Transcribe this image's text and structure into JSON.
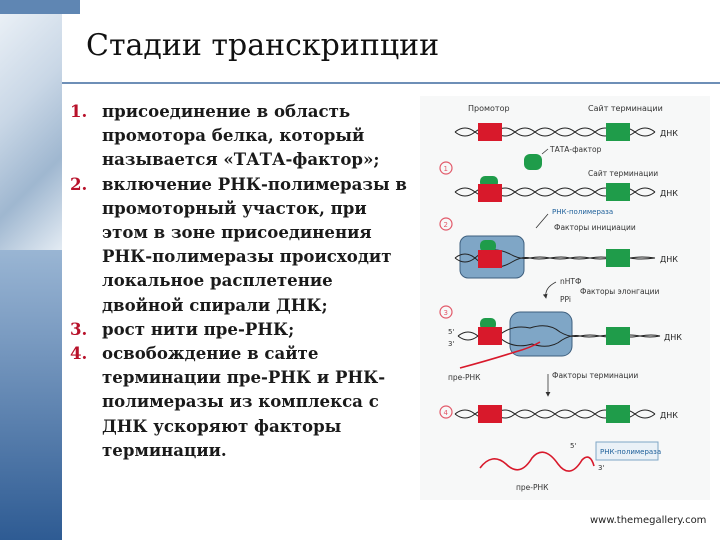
{
  "title": "Стадии транскрипции",
  "steps": [
    {
      "num": "1.",
      "text": "присоединение в область промотора белка, который называется «ТАТА-фактор»;"
    },
    {
      "num": "2.",
      "text": "включение РНК-полимеразы в промоторный участок, при этом в зоне присоединения РНК-полимеразы происходит локальное расплетение двойной спирали ДНК;"
    },
    {
      "num": "3.",
      "text": "рост нити пре-РНК;"
    },
    {
      "num": "4.",
      "text": "освобождение в сайте терминации пре-РНК и РНК-полимеразы из комплекса с ДНК ускоряют факторы терминации."
    }
  ],
  "figure": {
    "labels": {
      "promoter": "Промотор",
      "termination_site": "Сайт терминации",
      "dna": "ДНК",
      "tata_factor": "ТАТА-фактор",
      "rna_polymerase": "РНК-полимераза",
      "initiation_factors": "Факторы инициации",
      "ntp": "nНТФ",
      "ppi": "PPi",
      "elongation_factors": "Факторы элонгации",
      "five_prime": "5'",
      "three_prime": "3'",
      "pre_rna": "пре-РНК",
      "termination_factors": "Факторы терминации"
    },
    "stage_numbers": [
      "1",
      "2",
      "3",
      "4"
    ],
    "colors": {
      "promoter": "#d8192b",
      "termination": "#1f9c4a",
      "polymerase": "#7fa6c6",
      "rna": "#d8192b",
      "stage_marker": "#e25a6a"
    }
  },
  "watermark": "www.themegallery.com"
}
